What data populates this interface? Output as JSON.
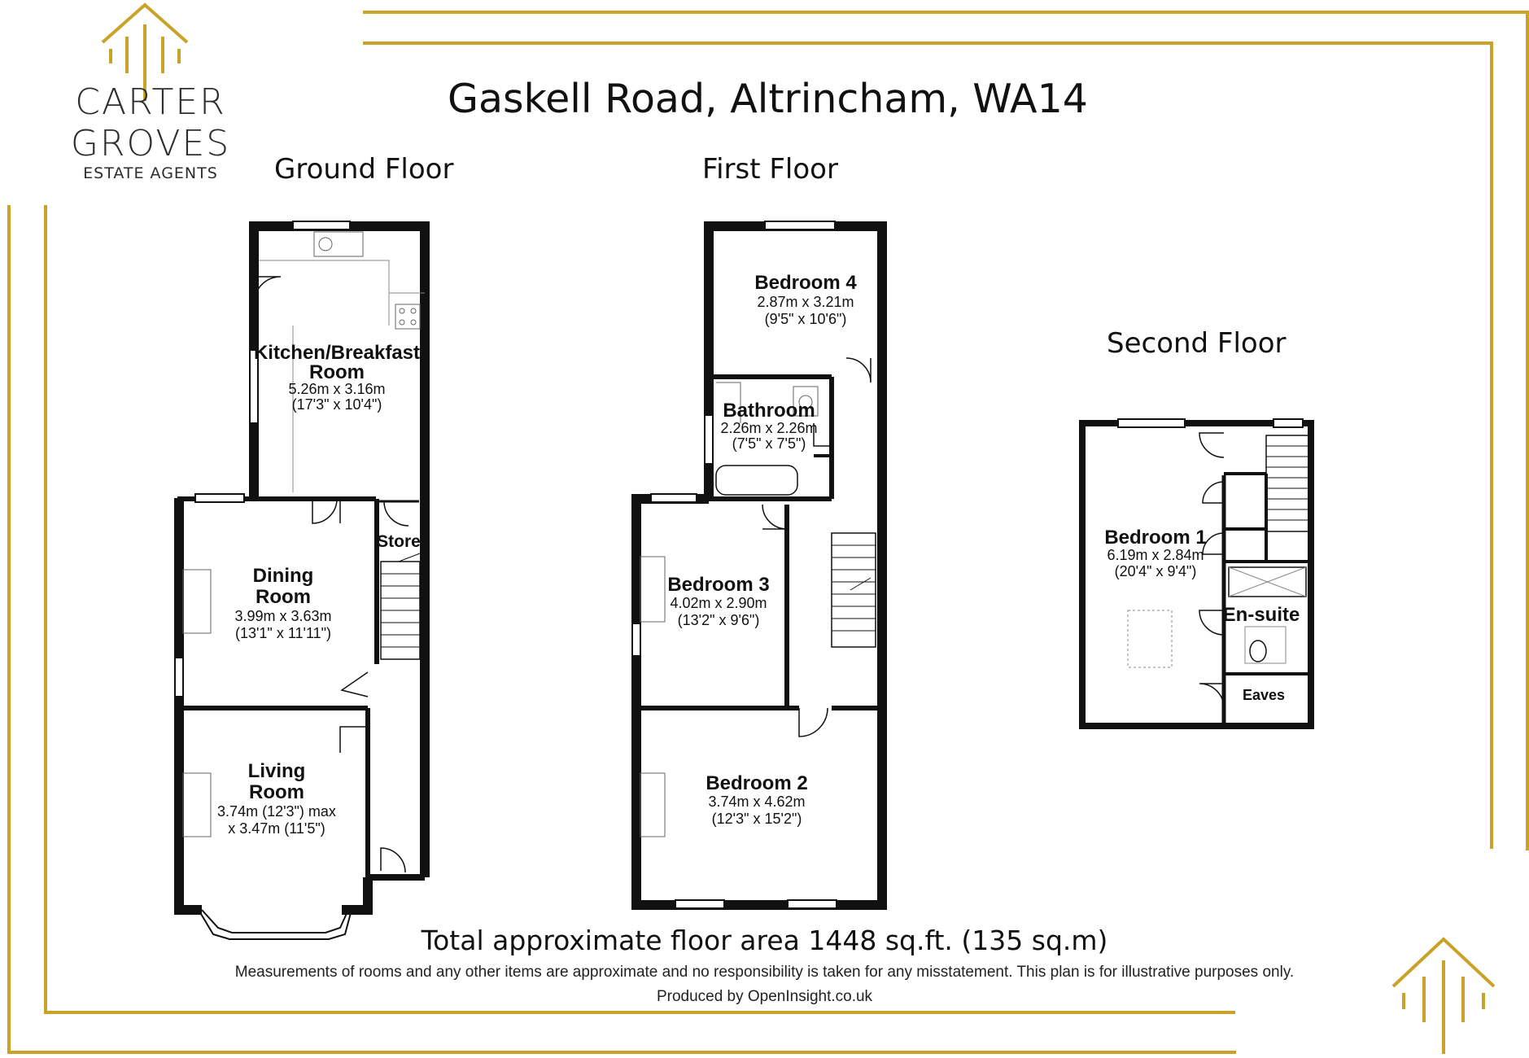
{
  "logo": {
    "name": "CARTER GROVES",
    "subtitle": "ESTATE AGENTS"
  },
  "title": "Gaskell Road, Altrincham, WA14",
  "floors": {
    "ground": "Ground Floor",
    "first": "First Floor",
    "second": "Second Floor"
  },
  "rooms": {
    "kitchen": {
      "name1": "Kitchen/Breakfast",
      "name2": "Room",
      "dim1": "5.26m x 3.16m",
      "dim2": "(17'3\" x 10'4\")"
    },
    "store": {
      "name1": "Store"
    },
    "dining": {
      "name1": "Dining",
      "name2": "Room",
      "dim1": "3.99m x 3.63m",
      "dim2": "(13'1\" x 11'11\")"
    },
    "living": {
      "name1": "Living",
      "name2": "Room",
      "dim1": "3.74m (12'3\") max",
      "dim2": "x 3.47m (11'5\")"
    },
    "bedroom4": {
      "name1": "Bedroom 4",
      "dim1": "2.87m x 3.21m",
      "dim2": "(9'5\" x 10'6\")"
    },
    "bathroom": {
      "name1": "Bathroom",
      "dim1": "2.26m x 2.26m",
      "dim2": "(7'5\" x 7'5\")"
    },
    "bedroom3": {
      "name1": "Bedroom 3",
      "dim1": "4.02m x 2.90m",
      "dim2": "(13'2\" x 9'6\")"
    },
    "bedroom2": {
      "name1": "Bedroom 2",
      "dim1": "3.74m x 4.62m",
      "dim2": "(12'3\" x 15'2\")"
    },
    "bedroom1": {
      "name1": "Bedroom 1",
      "dim1": "6.19m x 2.84m",
      "dim2": "(20'4\" x 9'4\")"
    },
    "ensuite": {
      "name1": "En-suite"
    },
    "eaves": {
      "name1": "Eaves"
    }
  },
  "total": "Total approximate floor area 1448 sq.ft. (135 sq.m)",
  "disclaimer": "Measurements of rooms and any other items are approximate and no responsibility is taken for any misstatement. This plan is for illustrative purposes only.",
  "produced_by": "Produced by OpenInsight.co.uk",
  "colors": {
    "gold": "#c9a227",
    "wall": "#111111"
  }
}
